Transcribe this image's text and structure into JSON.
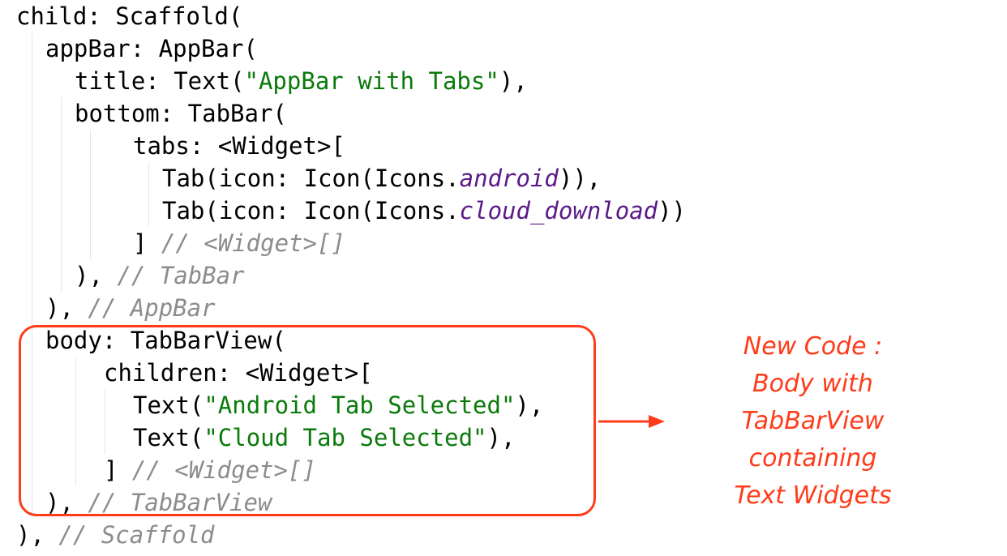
{
  "code_lines": [
    {
      "indent": 0,
      "tokens": [
        {
          "t": "child: Scaffold(",
          "k": "plain"
        }
      ]
    },
    {
      "indent": 2,
      "tokens": [
        {
          "t": "appBar: AppBar(",
          "k": "plain"
        }
      ]
    },
    {
      "indent": 4,
      "tokens": [
        {
          "t": "title: Text(",
          "k": "plain"
        },
        {
          "t": "\"AppBar with Tabs\"",
          "k": "str"
        },
        {
          "t": "),",
          "k": "plain"
        }
      ]
    },
    {
      "indent": 4,
      "tokens": [
        {
          "t": "bottom: TabBar(",
          "k": "plain"
        }
      ]
    },
    {
      "indent": 8,
      "tokens": [
        {
          "t": "tabs: <Widget>[",
          "k": "plain"
        }
      ]
    },
    {
      "indent": 10,
      "tokens": [
        {
          "t": "Tab(icon: Icon(Icons.",
          "k": "plain"
        },
        {
          "t": "android",
          "k": "const"
        },
        {
          "t": ")),",
          "k": "plain"
        }
      ]
    },
    {
      "indent": 10,
      "tokens": [
        {
          "t": "Tab(icon: Icon(Icons.",
          "k": "plain"
        },
        {
          "t": "cloud_download",
          "k": "const"
        },
        {
          "t": "))",
          "k": "plain"
        }
      ]
    },
    {
      "indent": 8,
      "tokens": [
        {
          "t": "] ",
          "k": "plain"
        },
        {
          "t": "// <Widget>[]",
          "k": "comment"
        }
      ]
    },
    {
      "indent": 4,
      "tokens": [
        {
          "t": "), ",
          "k": "plain"
        },
        {
          "t": "// TabBar",
          "k": "comment"
        }
      ]
    },
    {
      "indent": 2,
      "tokens": [
        {
          "t": "), ",
          "k": "plain"
        },
        {
          "t": "// AppBar",
          "k": "comment"
        }
      ]
    },
    {
      "indent": 2,
      "tokens": [
        {
          "t": "body: TabBarView(",
          "k": "plain"
        }
      ]
    },
    {
      "indent": 6,
      "tokens": [
        {
          "t": "children: <Widget>[",
          "k": "plain"
        }
      ]
    },
    {
      "indent": 8,
      "tokens": [
        {
          "t": "Text(",
          "k": "plain"
        },
        {
          "t": "\"Android Tab Selected\"",
          "k": "str"
        },
        {
          "t": "),",
          "k": "plain"
        }
      ]
    },
    {
      "indent": 8,
      "tokens": [
        {
          "t": "Text(",
          "k": "plain"
        },
        {
          "t": "\"Cloud Tab Selected\"",
          "k": "str"
        },
        {
          "t": "),",
          "k": "plain"
        }
      ]
    },
    {
      "indent": 6,
      "tokens": [
        {
          "t": "] ",
          "k": "plain"
        },
        {
          "t": "// <Widget>[]",
          "k": "comment"
        }
      ]
    },
    {
      "indent": 2,
      "tokens": [
        {
          "t": "), ",
          "k": "plain"
        },
        {
          "t": "// TabBarView",
          "k": "comment"
        }
      ]
    },
    {
      "indent": 0,
      "tokens": [
        {
          "t": "), ",
          "k": "plain"
        },
        {
          "t": "// Scaffold",
          "k": "comment"
        }
      ]
    }
  ],
  "annotation": {
    "lines": [
      "New Code :",
      "Body with",
      "TabBarView",
      "containing",
      "Text Widgets"
    ]
  },
  "colors": {
    "string": "#0a7a0a",
    "constant": "#5a1a88",
    "comment": "#8c8c8c",
    "accent": "#ff3b1a"
  }
}
